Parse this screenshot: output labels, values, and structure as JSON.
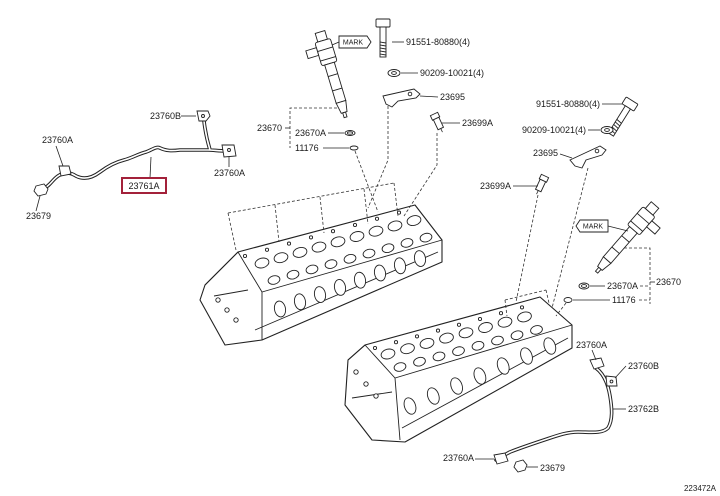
{
  "highlight_color": "#a3213a",
  "reference_code": "223472A",
  "upper_pipe": {
    "bracket_b": "23760B",
    "clamp_a_left": "23760A",
    "fuel_pipe": "23761A",
    "clamp_a_right": "23760A",
    "end_fitting": "23679"
  },
  "upper_injector": {
    "mark_tag": "MARK",
    "bolt": "91551-80880(4)",
    "washer": "90209-10021(4)",
    "clamp": "23695",
    "union": "23699A",
    "injector": "23670",
    "o_ring": "23670A",
    "gasket": "11176"
  },
  "lower_injector": {
    "mark_tag": "MARK",
    "bolt": "91551-80880(4)",
    "washer": "90209-10021(4)",
    "clamp": "23695",
    "union": "23699A",
    "injector": "23670",
    "o_ring": "23670A",
    "gasket": "11176"
  },
  "lower_pipe": {
    "clamp_a_top": "23760A",
    "bracket_b": "23760B",
    "fuel_pipe": "23762B",
    "clamp_a_bottom": "23760A",
    "end_fitting": "23679"
  }
}
